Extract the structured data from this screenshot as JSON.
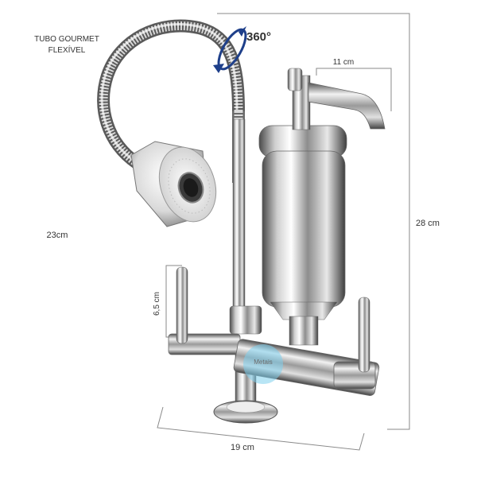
{
  "labels": {
    "hose_line1": "TUBO GOURMET",
    "hose_line2": "FLEXÍVEL",
    "rotation": "360°",
    "spout_width": "11 cm",
    "total_height": "28 cm",
    "hose_length": "23cm",
    "handle_height": "6,5 cm",
    "base_width": "19 cm",
    "watermark": "Metais"
  },
  "colors": {
    "rotation_arrow": "#1e3f8a",
    "chrome_dark": "#5a5a5a",
    "chrome_light": "#f4f4f4",
    "dimension_line": "#8a8a8a",
    "watermark": "#7fd0ee"
  }
}
